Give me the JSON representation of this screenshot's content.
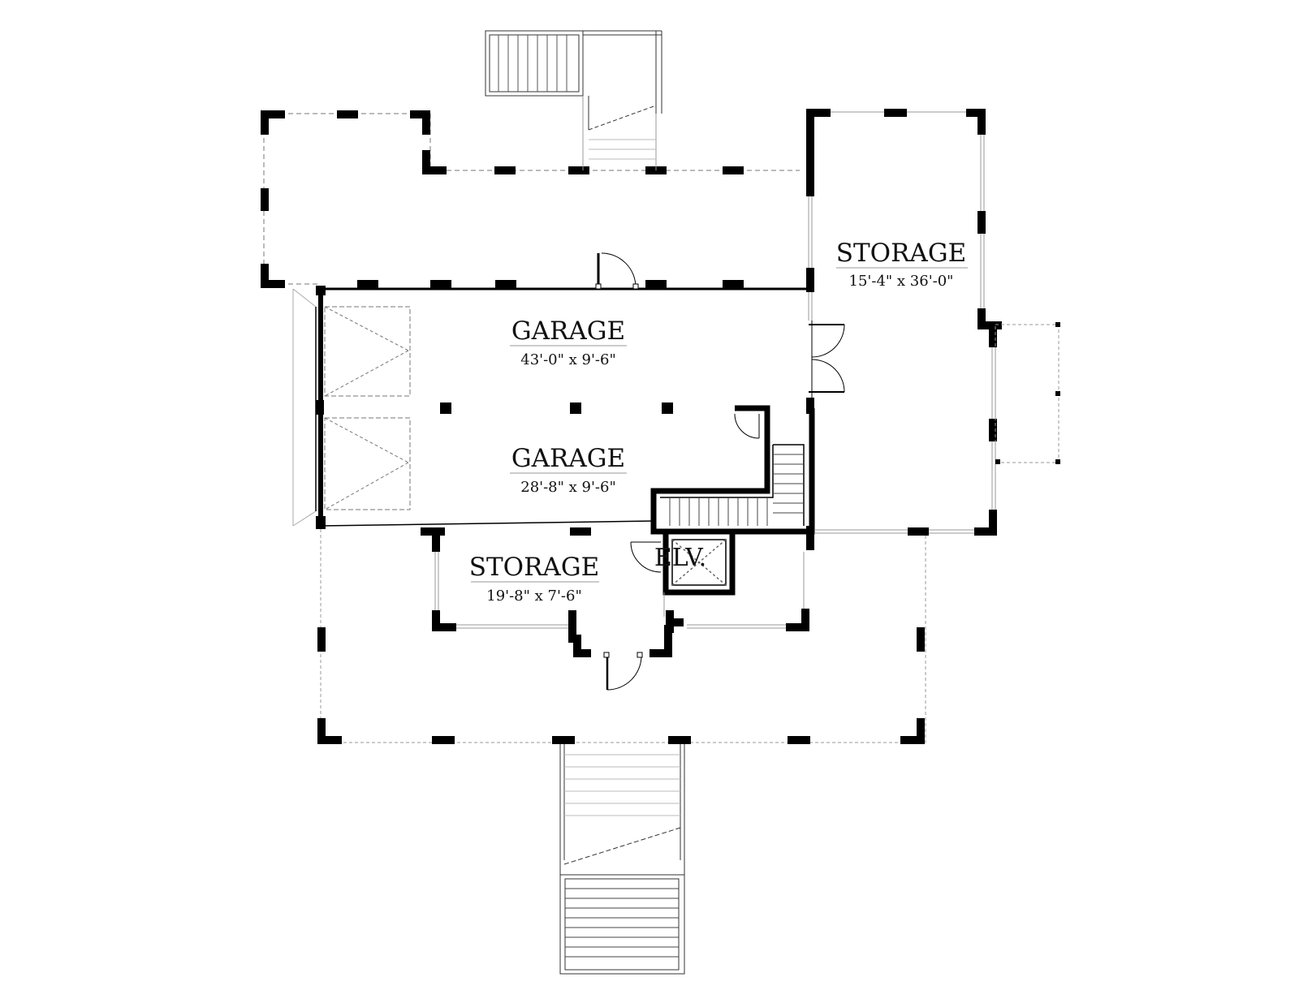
{
  "rooms": {
    "storage_east": {
      "name": "STORAGE",
      "dims": "15'-4\" x 36'-0\""
    },
    "garage_upper": {
      "name": "GARAGE",
      "dims": "43'-0\" x 9'-6\""
    },
    "garage_lower": {
      "name": "GARAGE",
      "dims": "28'-8\" x 9'-6\""
    },
    "storage_south": {
      "name": "STORAGE",
      "dims": "19'-8\" x 7'-6\""
    },
    "elevator": {
      "name": "ELV."
    }
  },
  "colors": {
    "wall": "#000000",
    "line": "#555555",
    "background": "#ffffff"
  }
}
